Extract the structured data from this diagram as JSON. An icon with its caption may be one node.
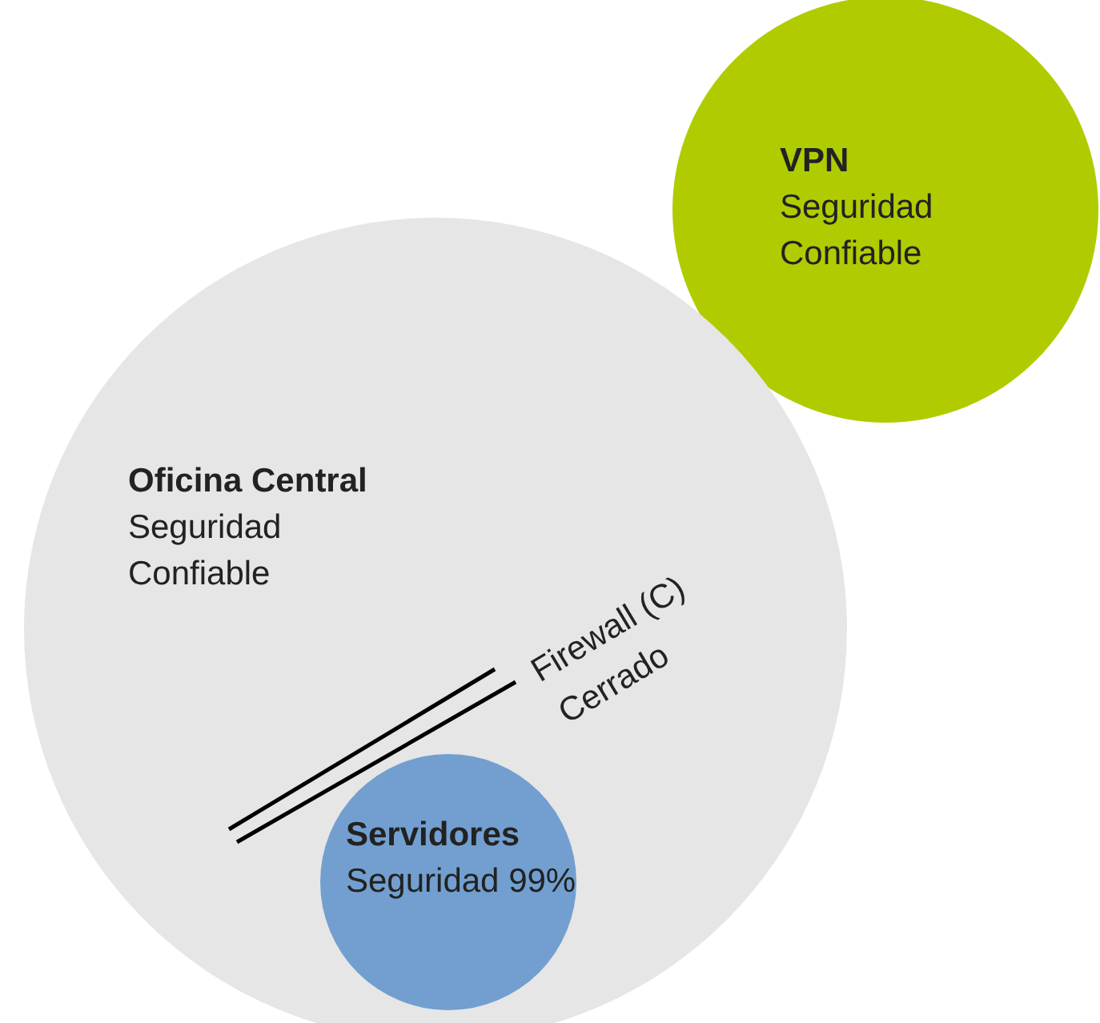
{
  "diagram": {
    "nodes": [
      {
        "text": [
          "VPN",
          "Seguridad Confiable"
        ]
      },
      {
        "text": [
          "Oficina Central",
          "Seguridad Confiable"
        ]
      },
      {
        "text": [
          "Servidores",
          "Seguridad 99%"
        ],
        "in": 1
      }
    ],
    "edges": [],
    "labels": [
      "Firewall (C)",
      "Cerrado"
    ]
  }
}
